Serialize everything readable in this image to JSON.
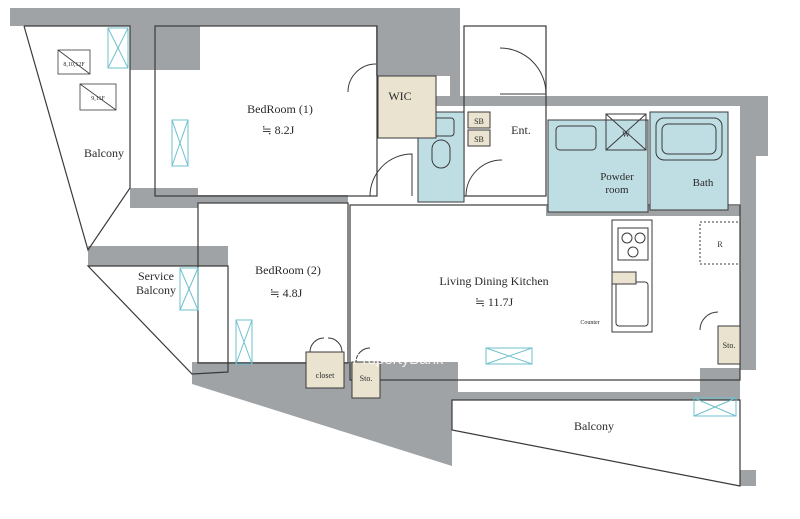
{
  "rooms": {
    "bedroom1": {
      "name": "BedRoom (1)",
      "size": "≒ 8.2J"
    },
    "bedroom2": {
      "name": "BedRoom (2)",
      "size": "≒ 4.8J"
    },
    "ldk": {
      "name": "Living Dining Kitchen",
      "size": "≒ 11.7J"
    },
    "wic": "WIC",
    "ent": "Ent.",
    "sb1": "SB",
    "sb2": "SB",
    "powder_line1": "Powder",
    "powder_line2": "room",
    "bath": "Bath",
    "balcony_left": "Balcony",
    "balcony_bottom": "Balcony",
    "service_line1": "Service",
    "service_line2": "Balcony",
    "closet": "closet",
    "sto_bed": "Sto.",
    "sto_ldk": "Sto.",
    "fridge": "R",
    "counter": "Counter",
    "floor_a": "8,10,12F",
    "floor_b": "9,11F",
    "washer": "W"
  },
  "watermark": "PropertyBank",
  "colors": {
    "wall": "#9fa3a6",
    "wet_area": "#bfdee4",
    "closet": "#e9e3d0",
    "window": "#6fc0cc",
    "line": "#3a3a3a"
  }
}
